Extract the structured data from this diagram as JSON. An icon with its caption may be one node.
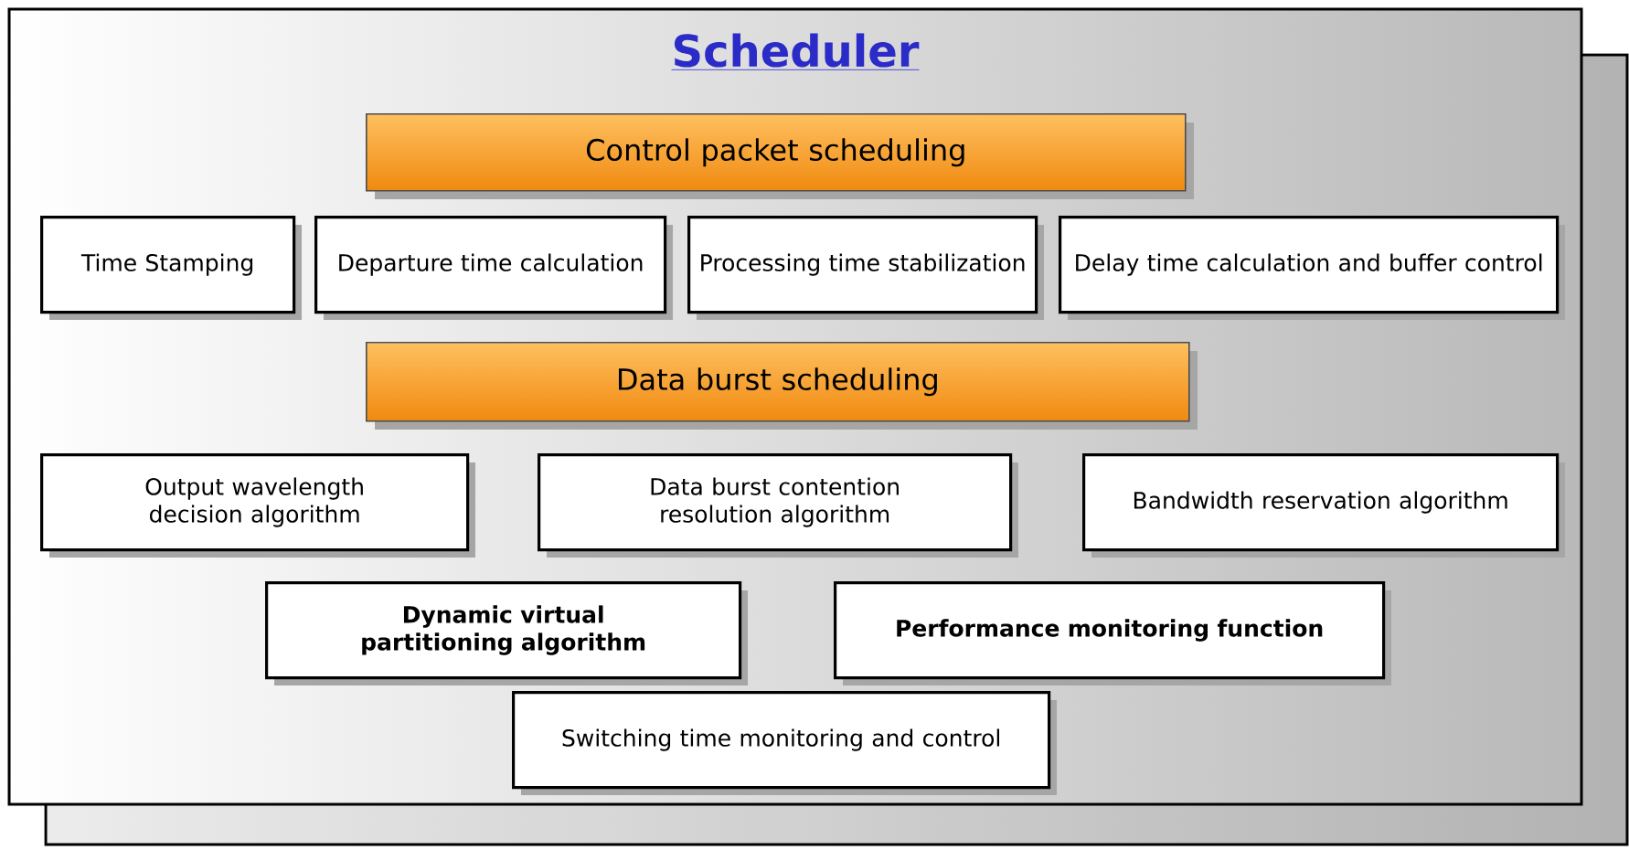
{
  "diagram": {
    "nodes": [
      {
        "text": [
          "Scheduler"
        ]
      },
      {
        "text": [
          "Control packet scheduling"
        ],
        "in": 0
      },
      {
        "text": [
          "Time Stamping"
        ],
        "in": 0
      },
      {
        "text": [
          "Departure time calculation"
        ],
        "in": 0
      },
      {
        "text": [
          "Processing time stabilization"
        ],
        "in": 0
      },
      {
        "text": [
          "Delay time calculation and buffer control"
        ],
        "in": 0
      },
      {
        "text": [
          "Data burst scheduling"
        ],
        "in": 0
      },
      {
        "text": [
          "Output wavelength decision algorithm"
        ],
        "in": 0
      },
      {
        "text": [
          "Data burst contention resolution algorithm"
        ],
        "in": 0
      },
      {
        "text": [
          "Bandwidth reservation algorithm"
        ],
        "in": 0
      },
      {
        "text": [
          "Dynamic virtual partitioning algorithm"
        ],
        "in": 0
      },
      {
        "text": [
          "Performance monitoring function"
        ],
        "in": 0
      },
      {
        "text": [
          "Switching time monitoring and control"
        ],
        "in": 0
      }
    ]
  }
}
